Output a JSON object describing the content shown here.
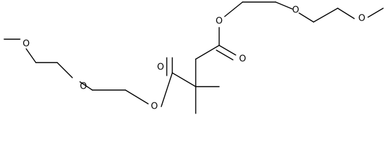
{
  "molecule": {
    "atom_labels": {
      "ester_o_upper": "O",
      "ether_o_upper_1": "O",
      "ether_o_upper_2": "O",
      "carbonyl_o_upper": "O",
      "carbonyl_o_lower": "O",
      "ester_o_lower": "O",
      "ether_o_lower_1": "O",
      "ether_o_lower_2": "O"
    },
    "colors": {
      "bond": "#000000",
      "label": "#000000",
      "background": "#ffffff"
    }
  }
}
